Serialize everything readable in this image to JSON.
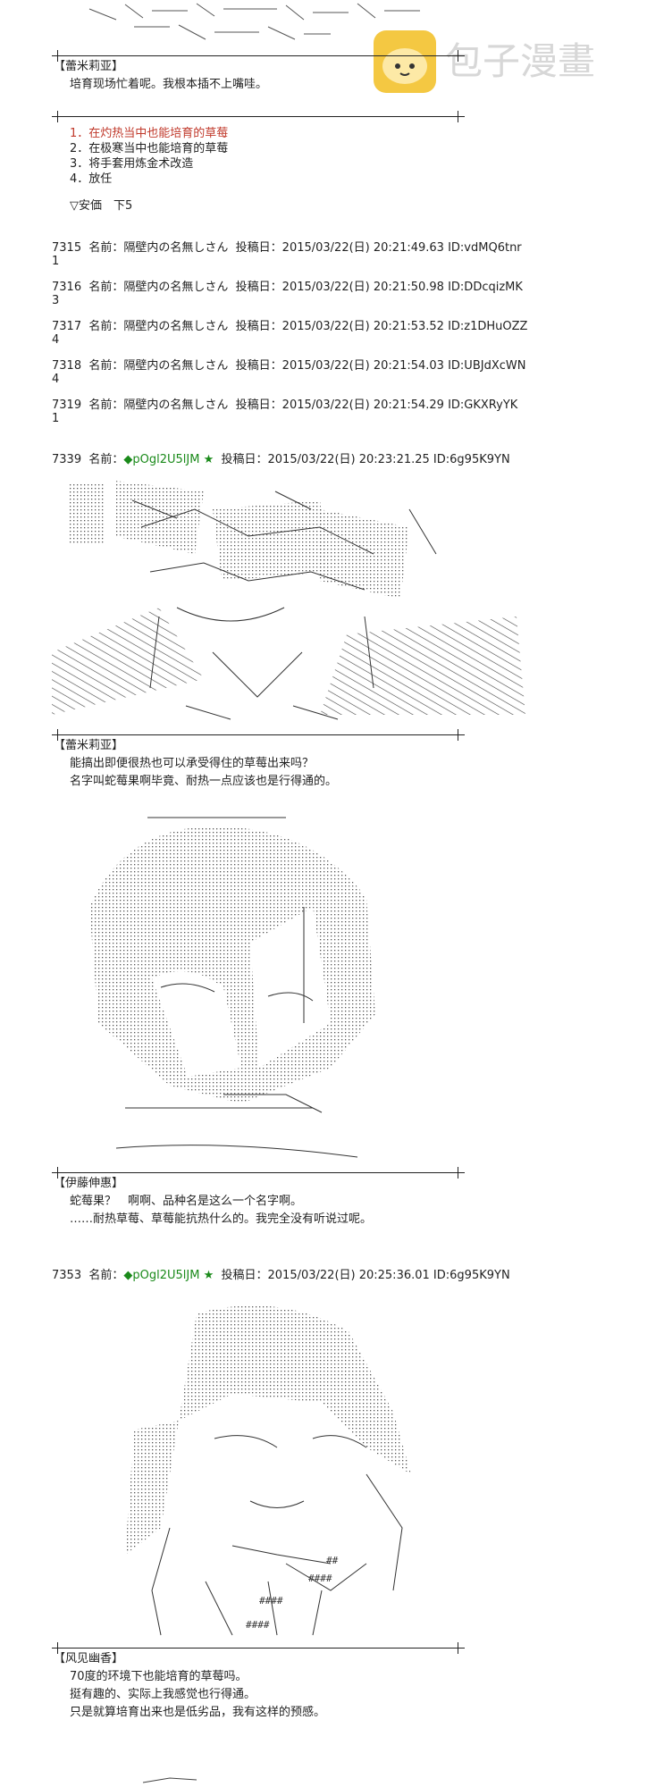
{
  "watermark": {
    "brand": "包子漫畫"
  },
  "dialog1": {
    "speaker": "【蕾米莉亚】",
    "lines": [
      "培育现场忙着呢。我根本插不上嘴哇。"
    ]
  },
  "options": [
    "1．在灼热当中也能培育的草莓",
    "2．在极寒当中也能培育的草莓",
    "3．将手套用炼金术改造",
    "4．放任"
  ],
  "vote_note": "▽安価　下5",
  "replies": [
    {
      "num": "7315",
      "name_label": "名前：",
      "name": "隔壁内の名無しさん",
      "date_label": "投稿日：",
      "date": "2015/03/22(日) 20:21:49.63",
      "id": "ID:vdMQ6tnr",
      "body": "1"
    },
    {
      "num": "7316",
      "name_label": "名前：",
      "name": "隔壁内の名無しさん",
      "date_label": "投稿日：",
      "date": "2015/03/22(日) 20:21:50.98",
      "id": "ID:DDcqizMK",
      "body": "3"
    },
    {
      "num": "7317",
      "name_label": "名前：",
      "name": "隔壁内の名無しさん",
      "date_label": "投稿日：",
      "date": "2015/03/22(日) 20:21:53.52",
      "id": "ID:z1DHuOZZ",
      "body": "4"
    },
    {
      "num": "7318",
      "name_label": "名前：",
      "name": "隔壁内の名無しさん",
      "date_label": "投稿日：",
      "date": "2015/03/22(日) 20:21:54.03",
      "id": "ID:UBJdXcWN",
      "body": "4"
    },
    {
      "num": "7319",
      "name_label": "名前：",
      "name": "隔壁内の名無しさん",
      "date_label": "投稿日：",
      "date": "2015/03/22(日) 20:21:54.29",
      "id": "ID:GKXRyYK",
      "body": "1"
    }
  ],
  "post7339": {
    "num": "7339",
    "name_label": "名前：",
    "trip": "◆pOgl2U5lJM ★",
    "date_label": "投稿日：",
    "date": "2015/03/22(日) 20:23:21.25",
    "id": "ID:6g95K9YN",
    "speaker": "【蕾米莉亚】",
    "lines": [
      "能搞出即便很热也可以承受得住的草莓出来吗？",
      "名字叫蛇莓果啊毕竟、耐热一点应该也是行得通的。"
    ]
  },
  "dialog_ito": {
    "speaker": "【伊藤伸惠】",
    "lines": [
      "蛇莓果？　啊啊、品种名是这么一个名字啊。",
      "……耐热草莓、草莓能抗热什么的。我完全没有听说过呢。"
    ]
  },
  "post7353": {
    "num": "7353",
    "name_label": "名前：",
    "trip": "◆pOgl2U5lJM ★",
    "date_label": "投稿日：",
    "date": "2015/03/22(日) 20:25:36.01",
    "id": "ID:6g95K9YN",
    "speaker": "【风见幽香】",
    "lines": [
      "70度的环境下也能培育的草莓吗。",
      "挺有趣的、实际上我感觉也行得通。",
      "只是就算培育出来也是低劣品，我有这样的预感。"
    ]
  }
}
